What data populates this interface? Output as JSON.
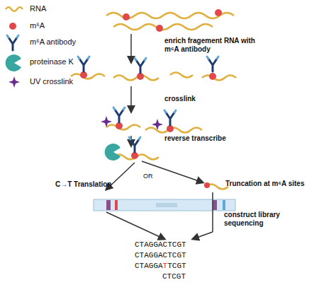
{
  "diagram": {
    "labels": [
      "enrich fragement RNA with m⁶A antibody",
      "crosslink",
      "reverse transcribe",
      "C→T Translation",
      "OR",
      "Truncation at m⁶A sites",
      "construct library sequencing",
      "CTAGGACTCGT",
      "CTAGGACTCGT",
      "CTAGGATTCGT",
      "CTCGT"
    ],
    "legend": [
      {
        "text": "RNA"
      },
      {
        "text": "m⁶A"
      },
      {
        "text": "m⁶A antibody"
      },
      {
        "text": "proteinase K"
      },
      {
        "text": "UV crosslink"
      }
    ]
  }
}
